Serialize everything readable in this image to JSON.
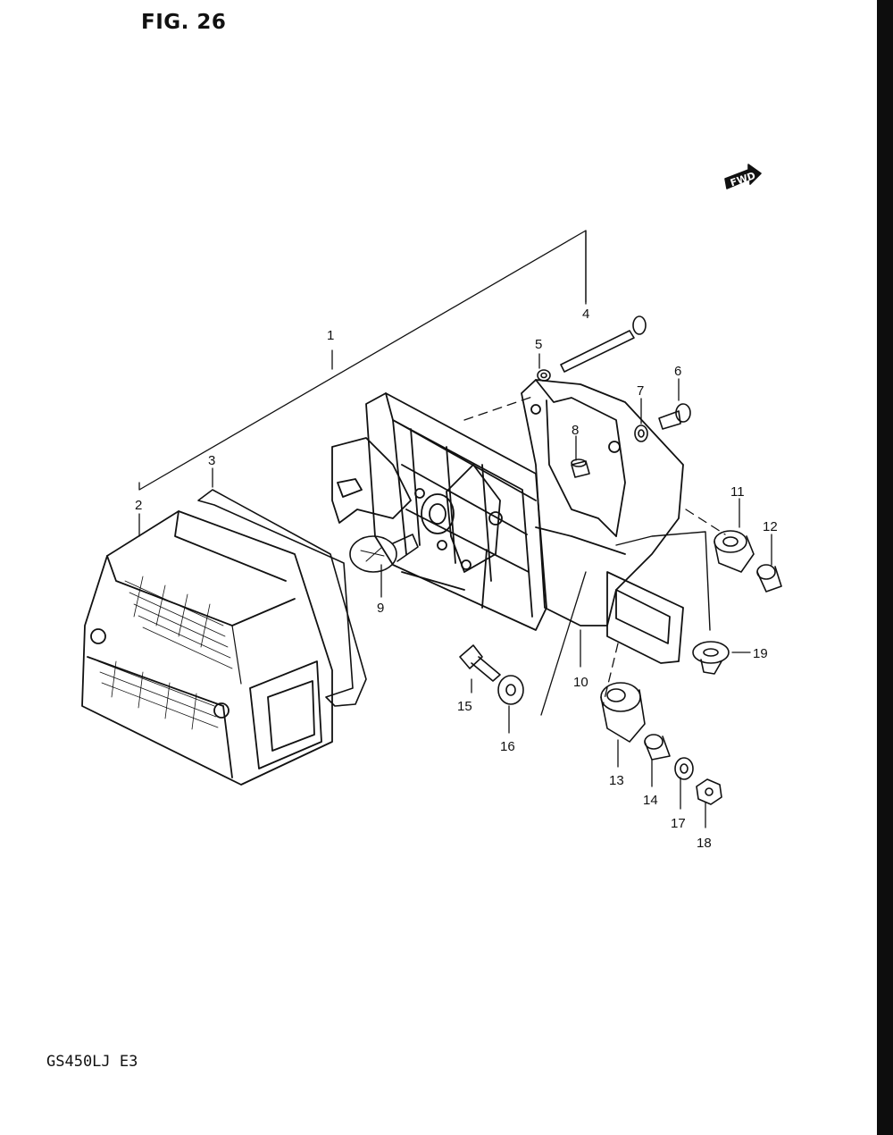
{
  "figure": {
    "title": "FIG. 26",
    "model": "GS450LJ  E3",
    "fwd_mark": "FWD"
  },
  "callouts": [
    "1",
    "2",
    "3",
    "4",
    "5",
    "6",
    "7",
    "8",
    "9",
    "10",
    "11",
    "12",
    "13",
    "14",
    "15",
    "16",
    "17",
    "18",
    "19"
  ]
}
